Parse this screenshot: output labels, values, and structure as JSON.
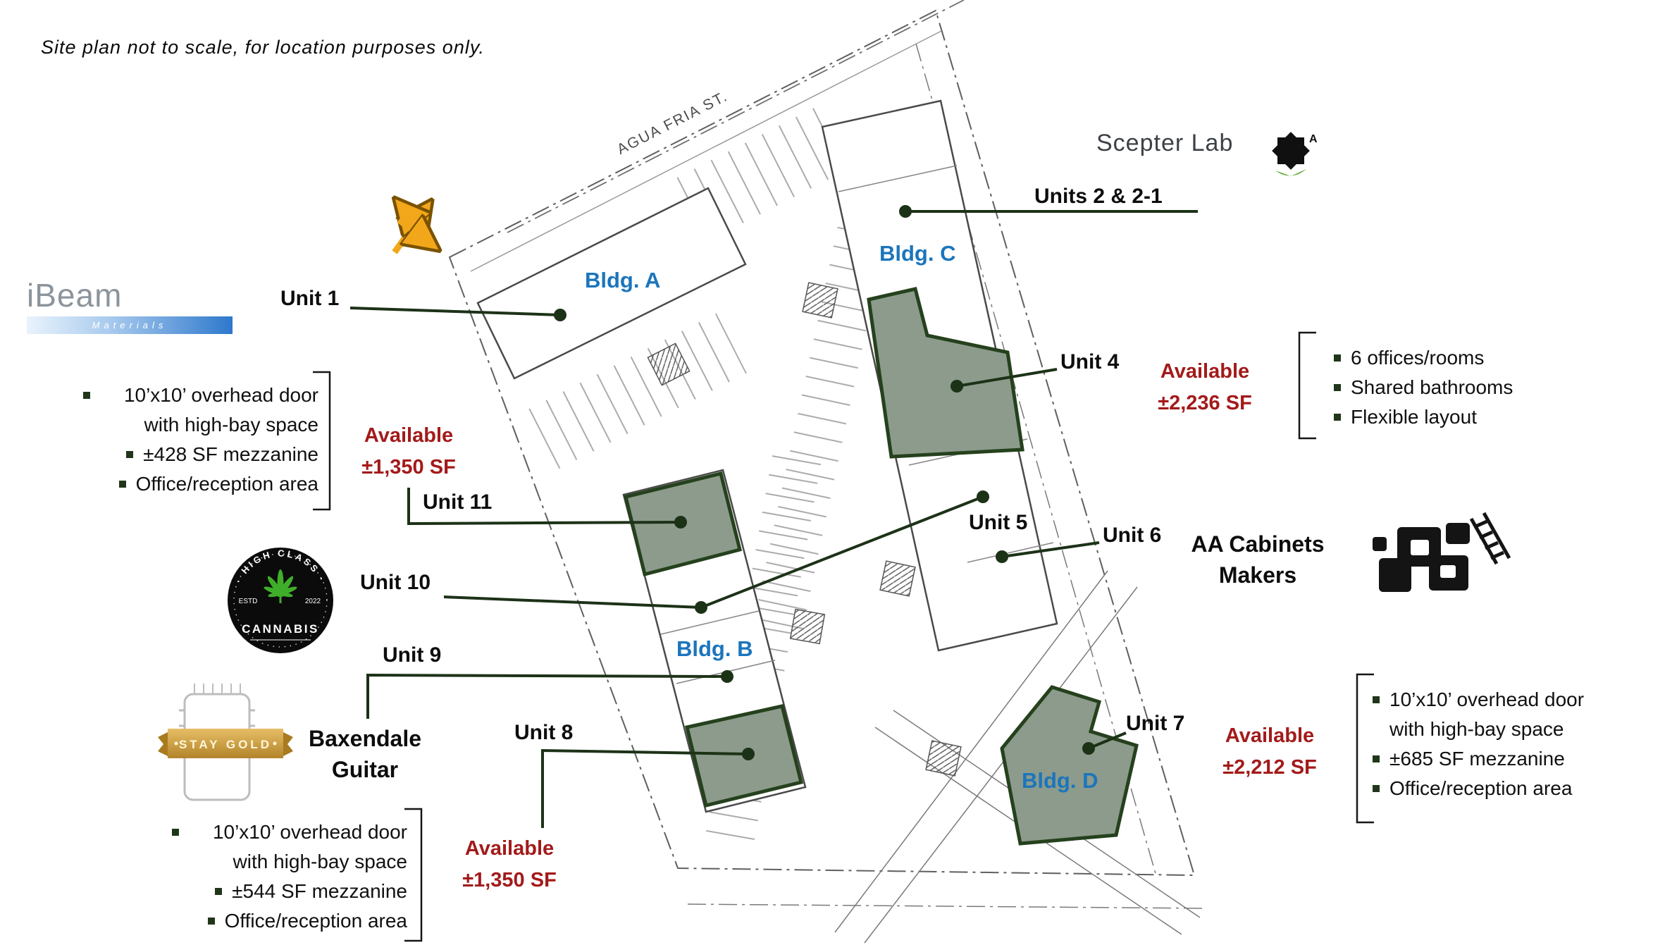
{
  "note": "Site plan not to scale, for location purposes only.",
  "street_label": "AGUA FRIA ST.",
  "buildings": {
    "a": "Bldg. A",
    "b": "Bldg. B",
    "c": "Bldg. C",
    "d": "Bldg. D"
  },
  "units": {
    "u1": "Unit 1",
    "u2": "Units 2 & 2-1",
    "u4": "Unit 4",
    "u5": "Unit 5",
    "u6": "Unit 6",
    "u7": "Unit 7",
    "u8": "Unit 8",
    "u9": "Unit 9",
    "u10": "Unit 10",
    "u11": "Unit 11"
  },
  "availability": {
    "unit11": {
      "label": "Available",
      "size": "±1,350 SF"
    },
    "unit4": {
      "label": "Available",
      "size": "±2,236 SF"
    },
    "unit8": {
      "label": "Available",
      "size": "±1,350 SF"
    },
    "unit7": {
      "label": "Available",
      "size": "±2,212 SF"
    }
  },
  "features": {
    "unit11": [
      "10’x10’ overhead door with high-bay space",
      "±428 SF mezzanine",
      "Office/reception area"
    ],
    "unit4": [
      "6 offices/rooms",
      "Shared bathrooms",
      "Flexible layout"
    ],
    "unit8": [
      "10’x10’ overhead door with high-bay space",
      "±544 SF mezzanine",
      "Office/reception area"
    ],
    "unit7": [
      "10’x10’ overhead door with high-bay space",
      "±685 SF mezzanine",
      "Office/reception area"
    ]
  },
  "tenants": {
    "ibeam": {
      "name": "iBeam",
      "sub": "Materials"
    },
    "scepter": {
      "name": "Scepter Lab",
      "icon_letter": "A"
    },
    "cannabis": {
      "arc": "· HIGH CLASS ·",
      "estd": "ESTD",
      "year": "2022",
      "name": "CANNABIS"
    },
    "baxendale": {
      "banner": "STAY GOLD",
      "line1": "Baxendale",
      "line2": "Guitar"
    },
    "aa": {
      "line1": "AA Cabinets",
      "line2": "Makers"
    }
  },
  "colors": {
    "building_blue": "#1B75BC",
    "available_red": "#A31A1A",
    "unit_shade_fill": "#8C9B8C",
    "unit_shade_border": "#25411D",
    "leader_green": "#1C3217",
    "banner_gold": "#C89A3F",
    "leaf_green": "#3FAE2A"
  }
}
